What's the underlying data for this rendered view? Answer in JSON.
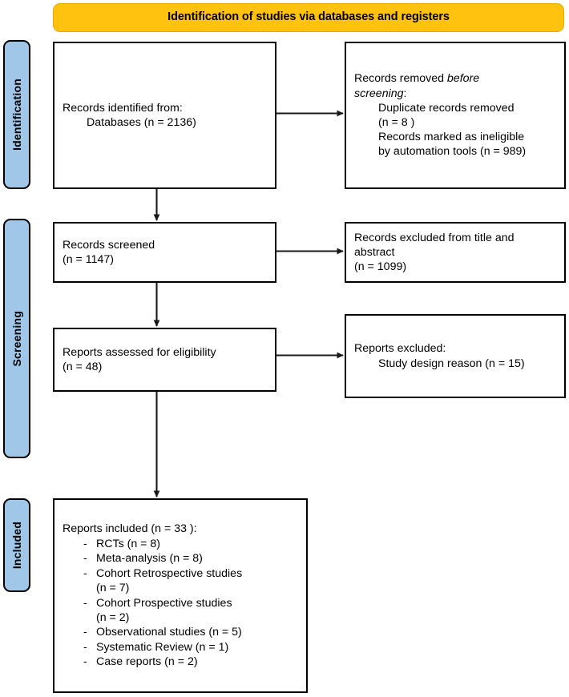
{
  "banner": {
    "title": "Identification of studies via databases and registers"
  },
  "stages": [
    {
      "name": "identification",
      "label": "Identification"
    },
    {
      "name": "screening",
      "label": "Screening"
    },
    {
      "name": "included",
      "label": "Included"
    }
  ],
  "boxes": {
    "identified": {
      "line1": "Records identified from:",
      "line2": "Databases (n = 2136)"
    },
    "removed": {
      "line1_a": "Records removed ",
      "line1_italic": "before",
      "line2_italic": "screening",
      "line2_b": ":",
      "line3": "Duplicate records removed",
      "line4": "(n = 8 )",
      "line5": "Records marked as ineligible",
      "line6": "by automation tools (n = 989)"
    },
    "screened": {
      "line1": "Records screened",
      "line2": "(n = 1147)"
    },
    "excluded_title_abstract": {
      "line1": "Records excluded from title and",
      "line2": "abstract",
      "line3": "(n = 1099)"
    },
    "eligibility": {
      "line1": "Reports assessed for eligibility",
      "line2": "(n = 48)"
    },
    "reports_excluded": {
      "line1": "Reports excluded:",
      "line2": "Study design reason (n = 15)"
    },
    "included": {
      "heading": "Reports included (n = 33 ):",
      "dash": "-",
      "items": [
        {
          "text": "RCTs (n = 8)"
        },
        {
          "text": "Meta-analysis (n = 8)"
        },
        {
          "text": "Cohort Retrospective studies"
        },
        {
          "text": "(n = 7)",
          "continuation": true
        },
        {
          "text": "Cohort Prospective studies"
        },
        {
          "text": "(n = 2)",
          "continuation": true
        },
        {
          "text": "Observational studies (n = 5)"
        },
        {
          "text": "Systematic Review (n = 1)"
        },
        {
          "text": "Case reports (n = 2)"
        }
      ]
    }
  },
  "colors": {
    "banner_fill": "#FFC20E",
    "stage_fill": "#A0C6E8",
    "box_border": "#000000",
    "connector": "#1A1A1A"
  },
  "chart_data": {
    "type": "diagram",
    "title": "PRISMA flow diagram",
    "nodes": [
      {
        "id": "identified",
        "stage": "Identification",
        "label": "Records identified from: Databases",
        "n": 2136
      },
      {
        "id": "removed",
        "stage": "Identification",
        "label": "Records removed before screening",
        "duplicate_records_removed": 8,
        "marked_ineligible_by_automation_tools": 989
      },
      {
        "id": "screened",
        "stage": "Screening",
        "label": "Records screened",
        "n": 1147
      },
      {
        "id": "excluded_title_abstract",
        "stage": "Screening",
        "label": "Records excluded from title and abstract",
        "n": 1099
      },
      {
        "id": "eligibility",
        "stage": "Screening",
        "label": "Reports assessed for eligibility",
        "n": 48
      },
      {
        "id": "reports_excluded",
        "stage": "Screening",
        "label": "Reports excluded: Study design reason",
        "n": 15
      },
      {
        "id": "included",
        "stage": "Included",
        "label": "Reports included",
        "n": 33,
        "breakdown": [
          {
            "label": "RCTs",
            "n": 8
          },
          {
            "label": "Meta-analysis",
            "n": 8
          },
          {
            "label": "Cohort Retrospective studies",
            "n": 7
          },
          {
            "label": "Cohort Prospective studies",
            "n": 2
          },
          {
            "label": "Observational studies",
            "n": 5
          },
          {
            "label": "Systematic Review",
            "n": 1
          },
          {
            "label": "Case reports",
            "n": 2
          }
        ]
      }
    ],
    "edges": [
      {
        "from": "identified",
        "to": "removed",
        "direction": "right"
      },
      {
        "from": "identified",
        "to": "screened",
        "direction": "down"
      },
      {
        "from": "screened",
        "to": "excluded_title_abstract",
        "direction": "right"
      },
      {
        "from": "screened",
        "to": "eligibility",
        "direction": "down"
      },
      {
        "from": "eligibility",
        "to": "reports_excluded",
        "direction": "right"
      },
      {
        "from": "eligibility",
        "to": "included",
        "direction": "down"
      }
    ]
  }
}
